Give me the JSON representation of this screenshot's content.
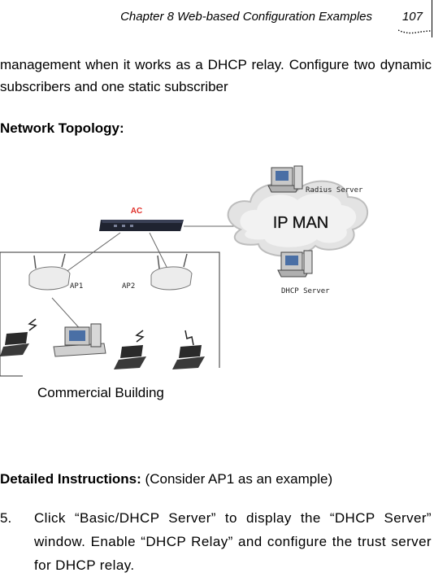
{
  "header": {
    "chapter_title": "Chapter 8 Web-based Configuration Examples",
    "page_number": "107"
  },
  "intro_text": "management when it works as a DHCP relay. Configure two dynamic subscribers and one static subscriber",
  "network_heading": "Network Topology:",
  "diagram": {
    "ac_label": "AC",
    "cloud_label": "IP MAN",
    "radius_label": "Radius Server",
    "dhcp_label": "DHCP Server",
    "ap1_label": "AP1",
    "ap2_label": "AP2",
    "building_label": "Commercial Building",
    "colors": {
      "ac": "#e0302a",
      "cloud": "#cfcfcf",
      "device": "#2a2a2a"
    }
  },
  "detail": {
    "heading": "Detailed Instructions:",
    "note": "(Consider AP1 as an example)"
  },
  "step": {
    "number": "5.",
    "text": "Click “Basic/DHCP Server” to display the “DHCP Server” window. Enable “DHCP Relay” and configure the trust server for DHCP relay."
  }
}
